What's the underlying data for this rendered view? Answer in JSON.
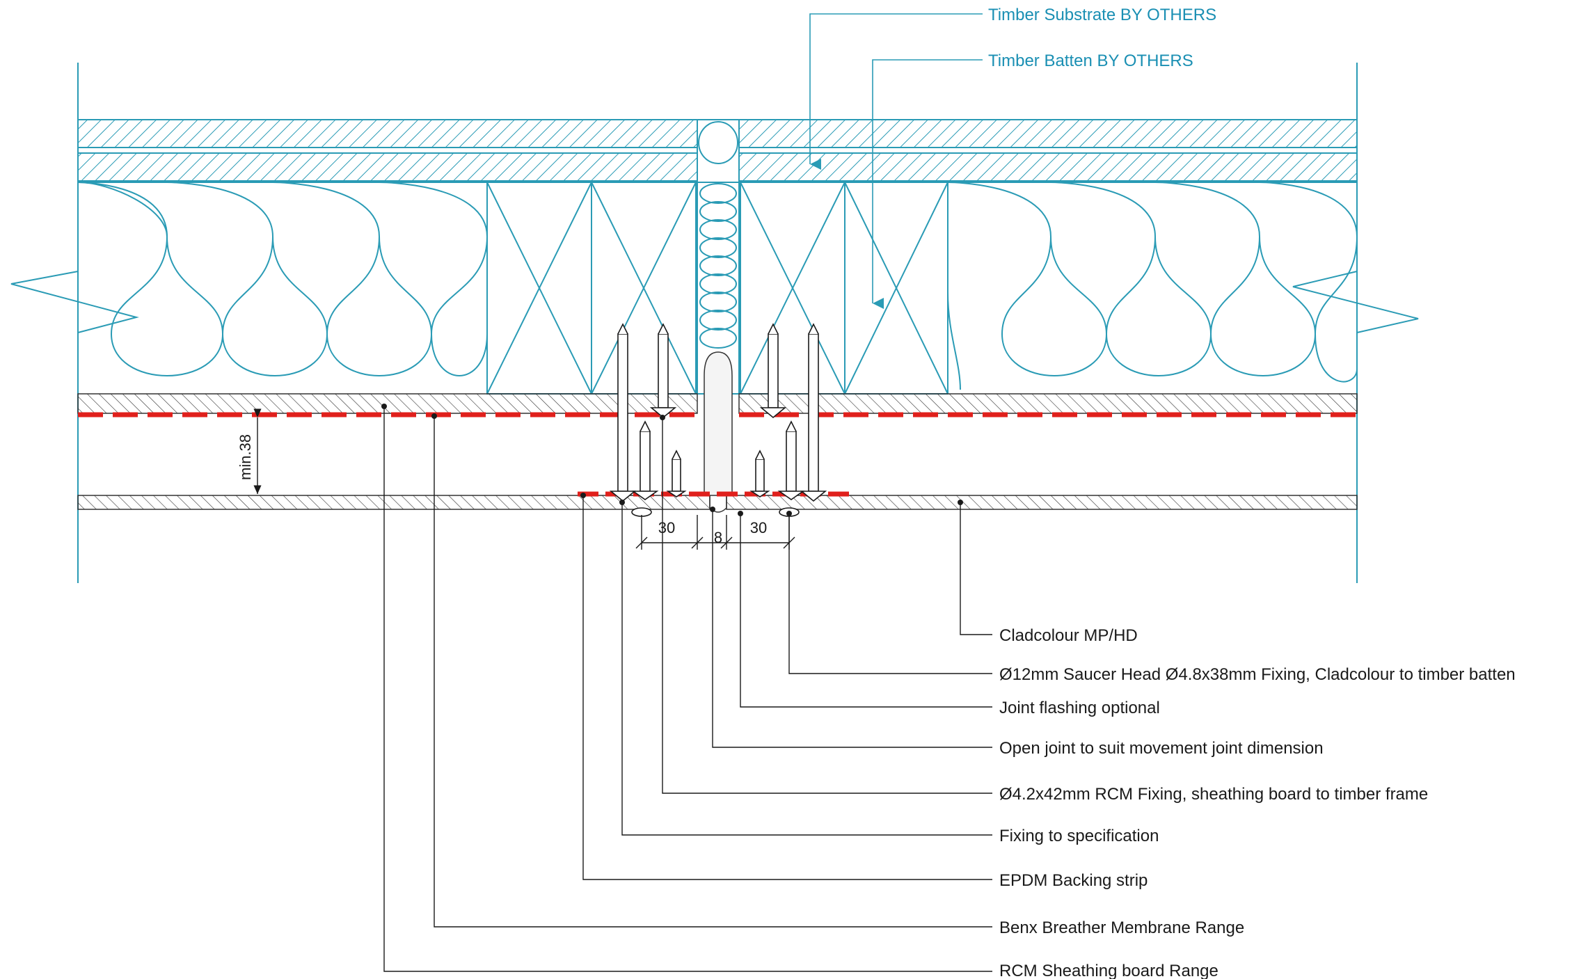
{
  "colors": {
    "timber": "#2a9bb5",
    "membrane": "#e0201c",
    "ink": "#1a1a1a",
    "cyan_text": "#1a8fb3"
  },
  "dimensions": {
    "left_gap": "30",
    "joint": "8",
    "right_gap": "30",
    "cavity": "min.38"
  },
  "callouts_top": [
    {
      "id": "timber-substrate",
      "text": "Timber Substrate BY OTHERS"
    },
    {
      "id": "timber-batten",
      "text": "Timber Batten BY OTHERS"
    }
  ],
  "callouts_bottom": [
    {
      "id": "cladcolour",
      "text": "Cladcolour MP/HD"
    },
    {
      "id": "saucer-head-fixing",
      "text": "Ø12mm Saucer Head Ø4.8x38mm Fixing, Cladcolour to timber batten"
    },
    {
      "id": "joint-flashing",
      "text": "Joint flashing optional"
    },
    {
      "id": "open-joint",
      "text": "Open joint to suit movement joint dimension"
    },
    {
      "id": "rcm-fixing",
      "text": "Ø4.2x42mm RCM Fixing, sheathing board to timber frame"
    },
    {
      "id": "fixing-spec",
      "text": "Fixing to specification"
    },
    {
      "id": "epdm-strip",
      "text": "EPDM Backing strip"
    },
    {
      "id": "benx-membrane",
      "text": "Benx Breather Membrane Range"
    },
    {
      "id": "rcm-sheathing",
      "text": "RCM Sheathing board Range"
    }
  ]
}
